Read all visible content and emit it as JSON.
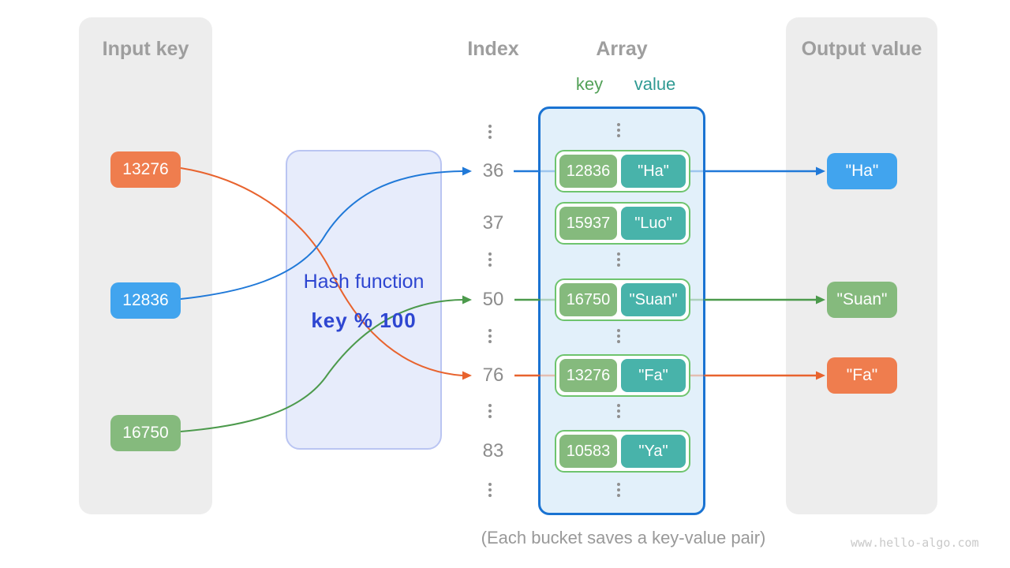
{
  "input_panel": {
    "title": "Input key",
    "keys": [
      "13276",
      "12836",
      "16750"
    ]
  },
  "hash_box": {
    "title": "Hash function",
    "formula": "key % 100"
  },
  "index_column": {
    "title": "Index",
    "rows": [
      "36",
      "37",
      "50",
      "76",
      "83"
    ]
  },
  "array_panel": {
    "title": "Array",
    "key_header": "key",
    "value_header": "value",
    "buckets": [
      {
        "key": "12836",
        "value": "\"Ha\""
      },
      {
        "key": "15937",
        "value": "\"Luo\""
      },
      {
        "key": "16750",
        "value": "\"Suan\""
      },
      {
        "key": "13276",
        "value": "\"Fa\""
      },
      {
        "key": "10583",
        "value": "\"Ya\""
      }
    ]
  },
  "output_panel": {
    "title": "Output value",
    "values": [
      "\"Ha\"",
      "\"Suan\"",
      "\"Fa\""
    ]
  },
  "caption": "(Each bucket saves a key-value pair)",
  "watermark": "www.hello-algo.com",
  "colors": {
    "panel_bg": "#ededed",
    "orange": "#ef7d4e",
    "blue": "#41a4ee",
    "green": "#85ba7d",
    "teal": "#48b3aa",
    "bucket_border": "#6ec46e",
    "array_panel_bg": "#e2f0fa",
    "array_panel_border": "#1a73d2",
    "hash_box_bg": "#e7ecfb",
    "hash_box_border": "#bac5f2",
    "hash_text": "#2e46d1",
    "line_orange": "#e8632e",
    "line_blue": "#2079d8",
    "line_green": "#4c9a4c",
    "heading_gray": "#9e9e9e",
    "index_gray": "#8c8c8c"
  }
}
